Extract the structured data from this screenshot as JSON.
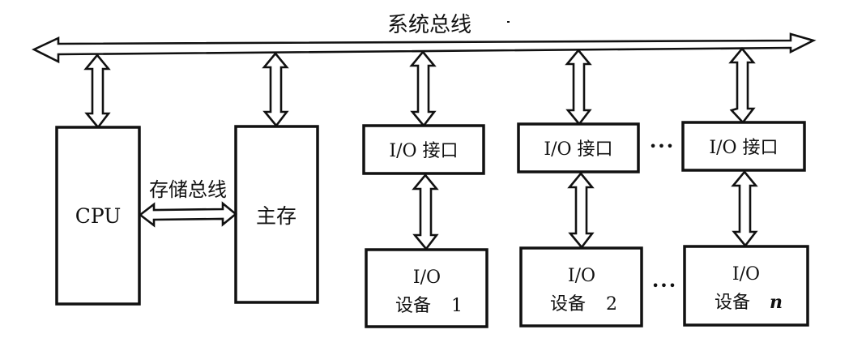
{
  "title": "系统总线",
  "system_bus": {
    "label": "系统总线",
    "direction": "bidirectional"
  },
  "memory_bus": {
    "label": "存储总线",
    "direction": "bidirectional"
  },
  "components": {
    "cpu": {
      "label": "CPU"
    },
    "main_memory": {
      "label": "主存"
    },
    "io_interfaces": [
      {
        "label": "I/O 接口"
      },
      {
        "label": "I/O 接口"
      },
      {
        "label": "I/O 接口"
      }
    ],
    "io_devices": [
      {
        "line1": "I/O",
        "line2": "设备",
        "index": "1",
        "index_italic": false
      },
      {
        "line1": "I/O",
        "line2": "设备",
        "index": "2",
        "index_italic": false
      },
      {
        "line1": "I/O",
        "line2": "设备",
        "index": "n",
        "index_italic": true
      }
    ]
  },
  "ellipsis": "•••",
  "connections": [
    {
      "from": "系统总线",
      "to": "CPU",
      "type": "bidirectional"
    },
    {
      "from": "系统总线",
      "to": "主存",
      "type": "bidirectional"
    },
    {
      "from": "系统总线",
      "to": "I/O 接口 1",
      "type": "bidirectional"
    },
    {
      "from": "系统总线",
      "to": "I/O 接口 2",
      "type": "bidirectional"
    },
    {
      "from": "系统总线",
      "to": "I/O 接口 n",
      "type": "bidirectional"
    },
    {
      "from": "CPU",
      "to": "主存",
      "via": "存储总线",
      "type": "bidirectional"
    },
    {
      "from": "I/O 接口 1",
      "to": "I/O 设备 1",
      "type": "bidirectional"
    },
    {
      "from": "I/O 接口 2",
      "to": "I/O 设备 2",
      "type": "bidirectional"
    },
    {
      "from": "I/O 接口 n",
      "to": "I/O 设备 n",
      "type": "bidirectional"
    }
  ]
}
